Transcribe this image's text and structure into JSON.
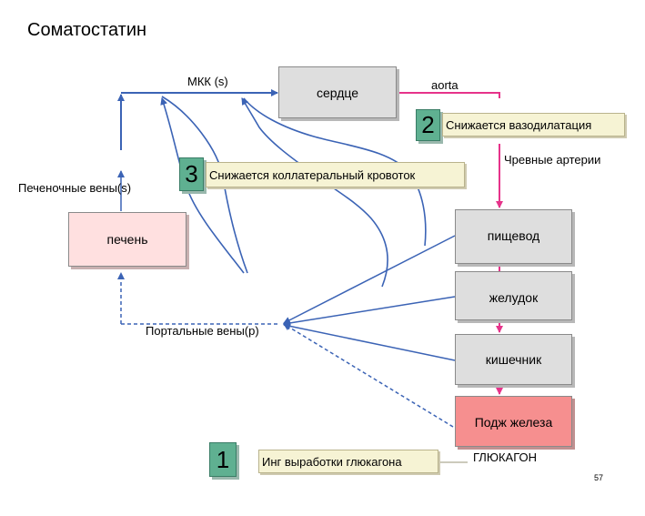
{
  "title": "Соматостатин",
  "labels": {
    "mkk": "МКК (s)",
    "aorta": "aorta",
    "hepatic_veins": "Печеночные вены(s)",
    "celiac_arteries": "Чревные артерии",
    "portal_veins": "Портальные вены(р)",
    "glucagon": "ГЛЮКАГОН",
    "page_number": "57"
  },
  "boxes": {
    "heart": "сердце",
    "liver": "печень",
    "esophagus": "пищевод",
    "stomach": "желудок",
    "intestine": "кишечник",
    "pancreas": "Подж железа"
  },
  "effects": [
    {
      "number": "1",
      "text": "Инг выработки глюкагона"
    },
    {
      "number": "2",
      "text": "Снижается вазодилатация"
    },
    {
      "number": "3",
      "text": "Снижается коллатеральный кровоток"
    }
  ],
  "colors": {
    "vein_blue": "#3b63b5",
    "artery_pink": "#e6338a",
    "organ_gray": "#dedede",
    "liver_pink": "#ffe0e0",
    "pancreas_red": "#f68f8f",
    "number_green": "#5fb091",
    "note_cream": "#f6f3d4"
  }
}
